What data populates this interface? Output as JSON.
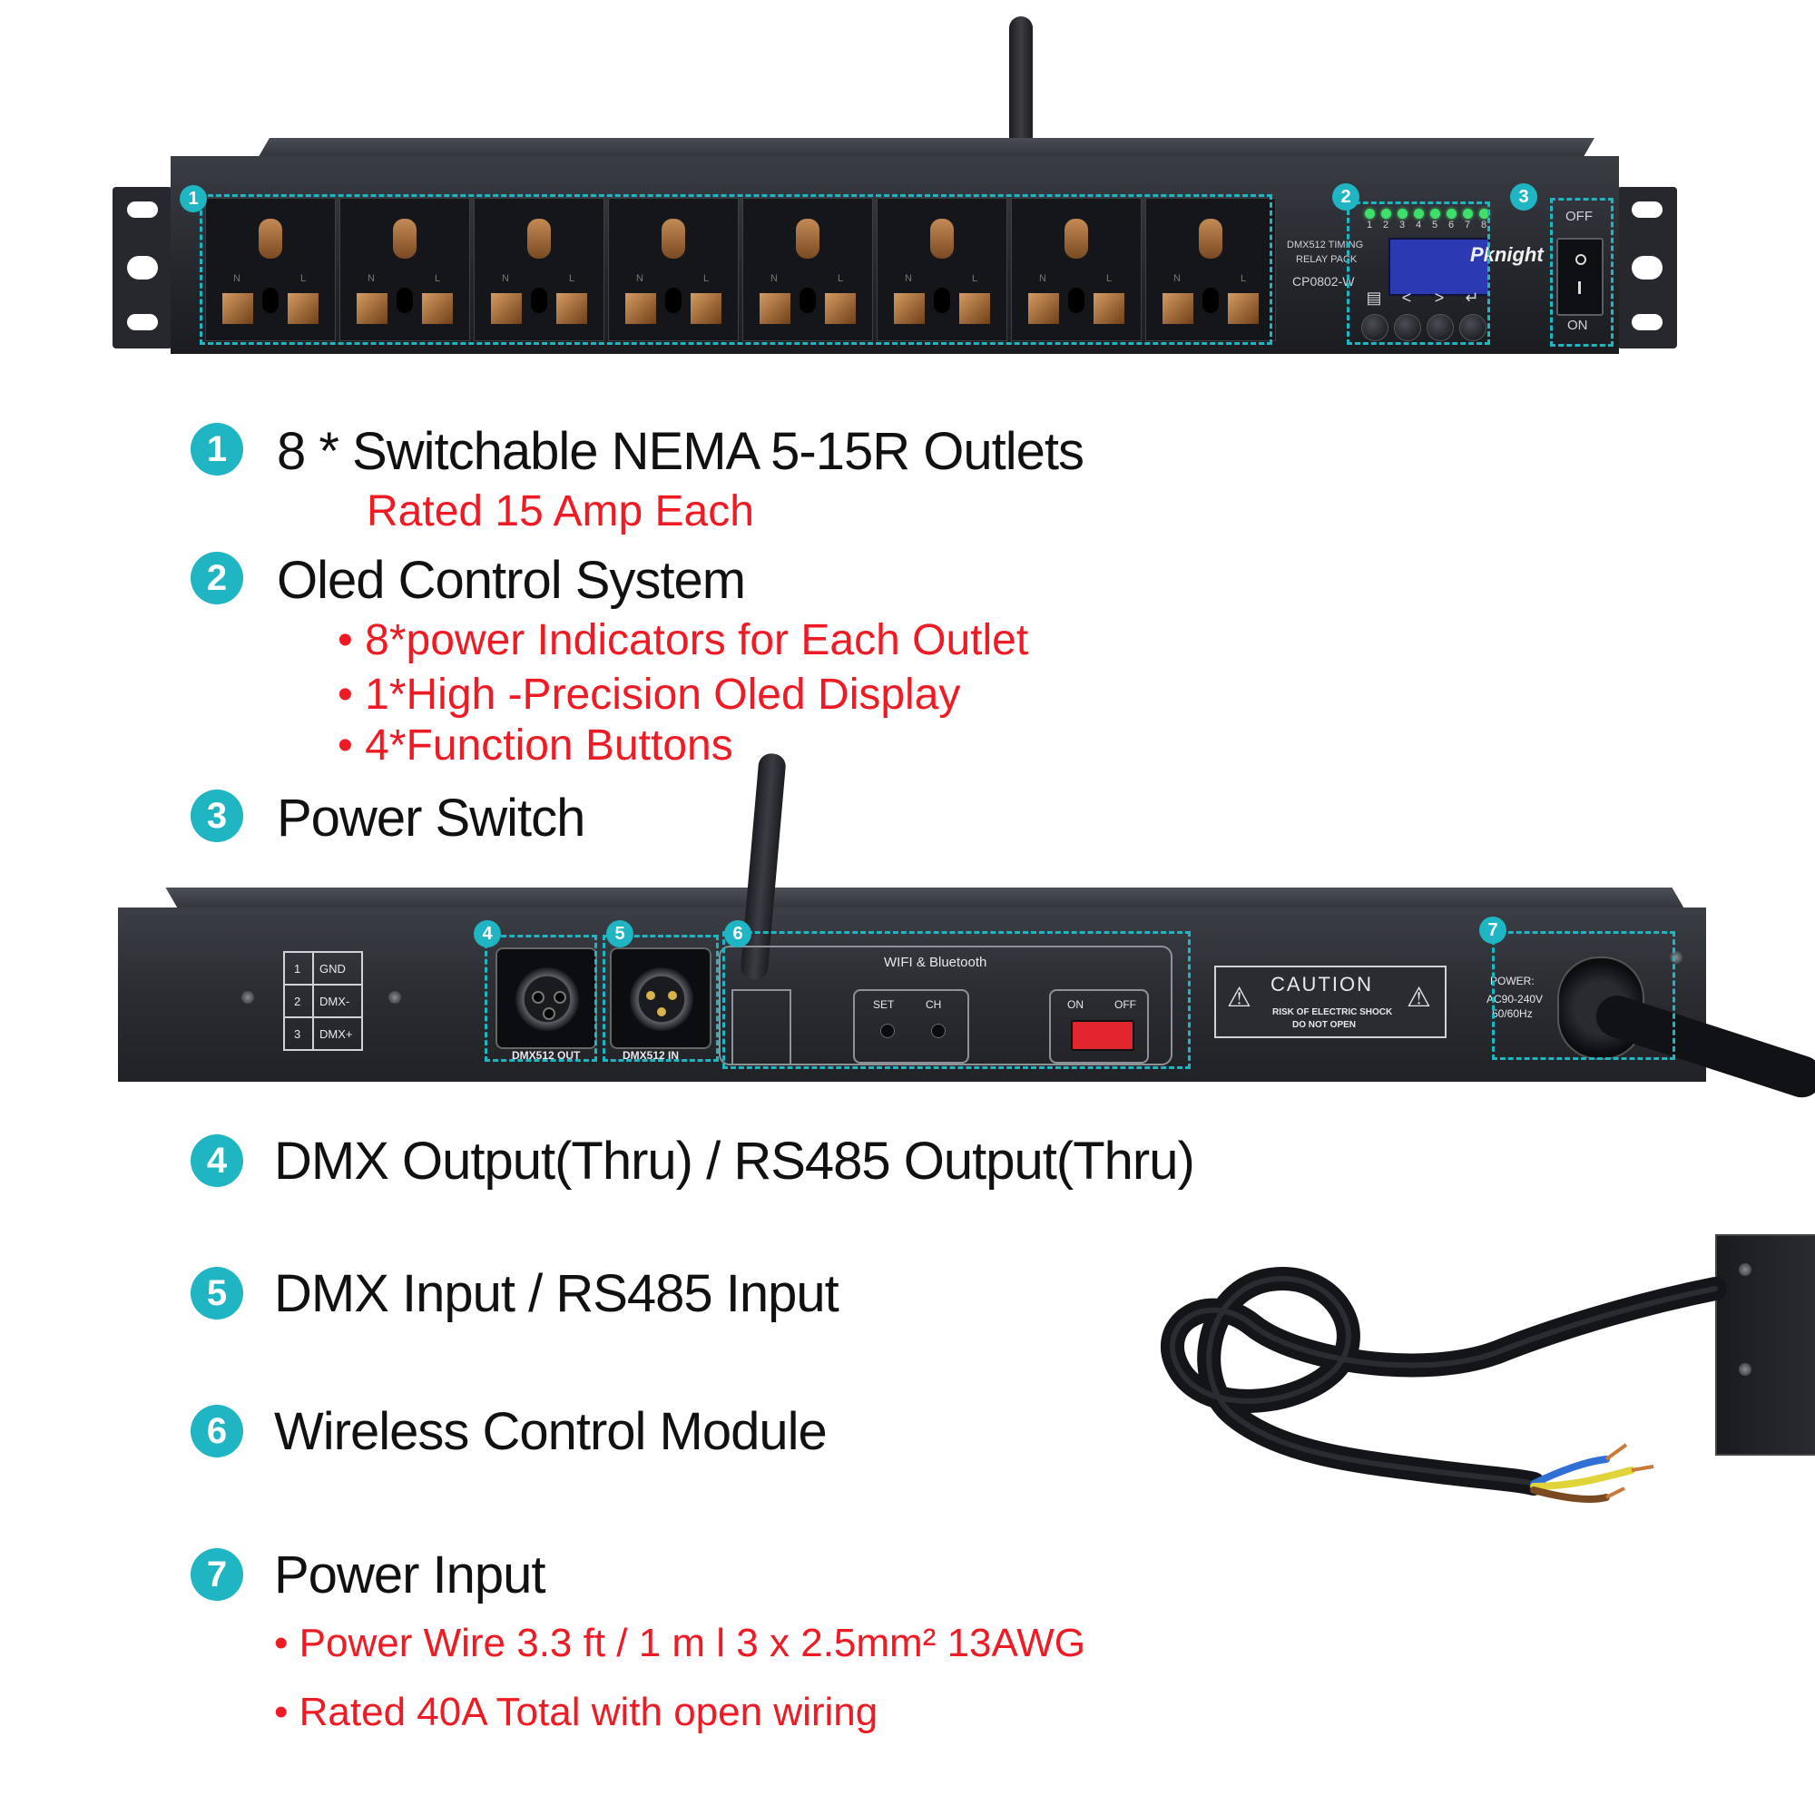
{
  "front_panel": {
    "model_lines": [
      "DMX512 TIMING",
      "RELAY PACK",
      "CP0802-W"
    ],
    "brand": "Pknight",
    "indicator_numbers": [
      "1",
      "2",
      "3",
      "4",
      "5",
      "6",
      "7",
      "8"
    ],
    "button_symbols": [
      "▤",
      "<",
      ">",
      "↵"
    ],
    "switch_labels": {
      "off": "OFF",
      "on": "ON"
    },
    "outlet_letters": {
      "n": "N",
      "l": "L"
    },
    "callouts": [
      "1",
      "2",
      "3"
    ]
  },
  "features": [
    {
      "num": "1",
      "title": "8 * Switchable NEMA 5-15R Outlets",
      "details": [
        "Rated 15 Amp Each"
      ]
    },
    {
      "num": "2",
      "title": "Oled Control System",
      "details": [
        "• 8*power Indicators for Each Outlet",
        "• 1*High -Precision Oled Display",
        "• 4*Function Buttons"
      ]
    },
    {
      "num": "3",
      "title": "Power Switch",
      "details": []
    },
    {
      "num": "4",
      "title": "DMX Output(Thru) / RS485 Output(Thru)",
      "details": []
    },
    {
      "num": "5",
      "title": "DMX Input / RS485 Input",
      "details": []
    },
    {
      "num": "6",
      "title": "Wireless Control Module",
      "details": []
    },
    {
      "num": "7",
      "title": "Power Input",
      "details": [
        "• Power Wire 3.3 ft / 1 m l  3 x 2.5mm²  13AWG",
        "• Rated 40A Total with open wiring"
      ]
    }
  ],
  "rear_panel": {
    "pinout": [
      {
        "pin": "1",
        "label": "GND"
      },
      {
        "pin": "2",
        "label": "DMX-"
      },
      {
        "pin": "3",
        "label": "DMX+"
      }
    ],
    "dmx_out_label": "DMX512 OUT",
    "dmx_in_label": "DMX512 IN",
    "wifi_label": "WIFI & Bluetooth",
    "set_label": "SET",
    "ch_label": "CH",
    "on_label": "ON",
    "off_label": "OFF",
    "caution_title": "CAUTION",
    "caution_lines": [
      "RISK OF ELECTRIC SHOCK",
      "DO NOT OPEN"
    ],
    "power_lines": [
      "POWER:",
      "AC90-240V",
      "50/60Hz"
    ],
    "callouts": [
      "4",
      "5",
      "6",
      "7"
    ]
  },
  "colors": {
    "accent": "#1fb5c2",
    "detail_red": "#ee1b24",
    "heading": "#111111"
  }
}
